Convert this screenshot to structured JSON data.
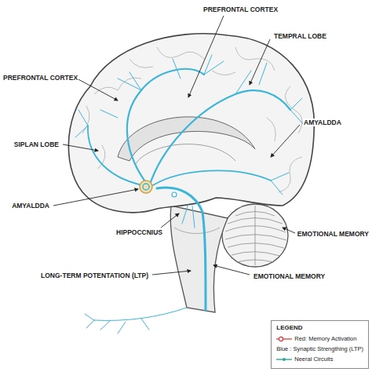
{
  "diagram": {
    "labels": [
      "PREFRONTAL CORTEX",
      "PREFRONTAL CORTEX",
      "TEMPRAL LOBE",
      "SIPLAN LOBE",
      "AMYALDDA",
      "AMYALDDA",
      "HIPPOCCNIUS",
      "EMOTIONAL MEMORY",
      "LONG-TERM POTENTATION (LTP)",
      "EMOTIONAL MEMORY",
      "LEGEND"
    ],
    "legend": [
      {
        "text": "Red: Memory Activation"
      },
      {
        "text": "Blue : Synaptic Strengthing (LTP)"
      },
      {
        "text": "Neeral Circuits"
      }
    ]
  }
}
